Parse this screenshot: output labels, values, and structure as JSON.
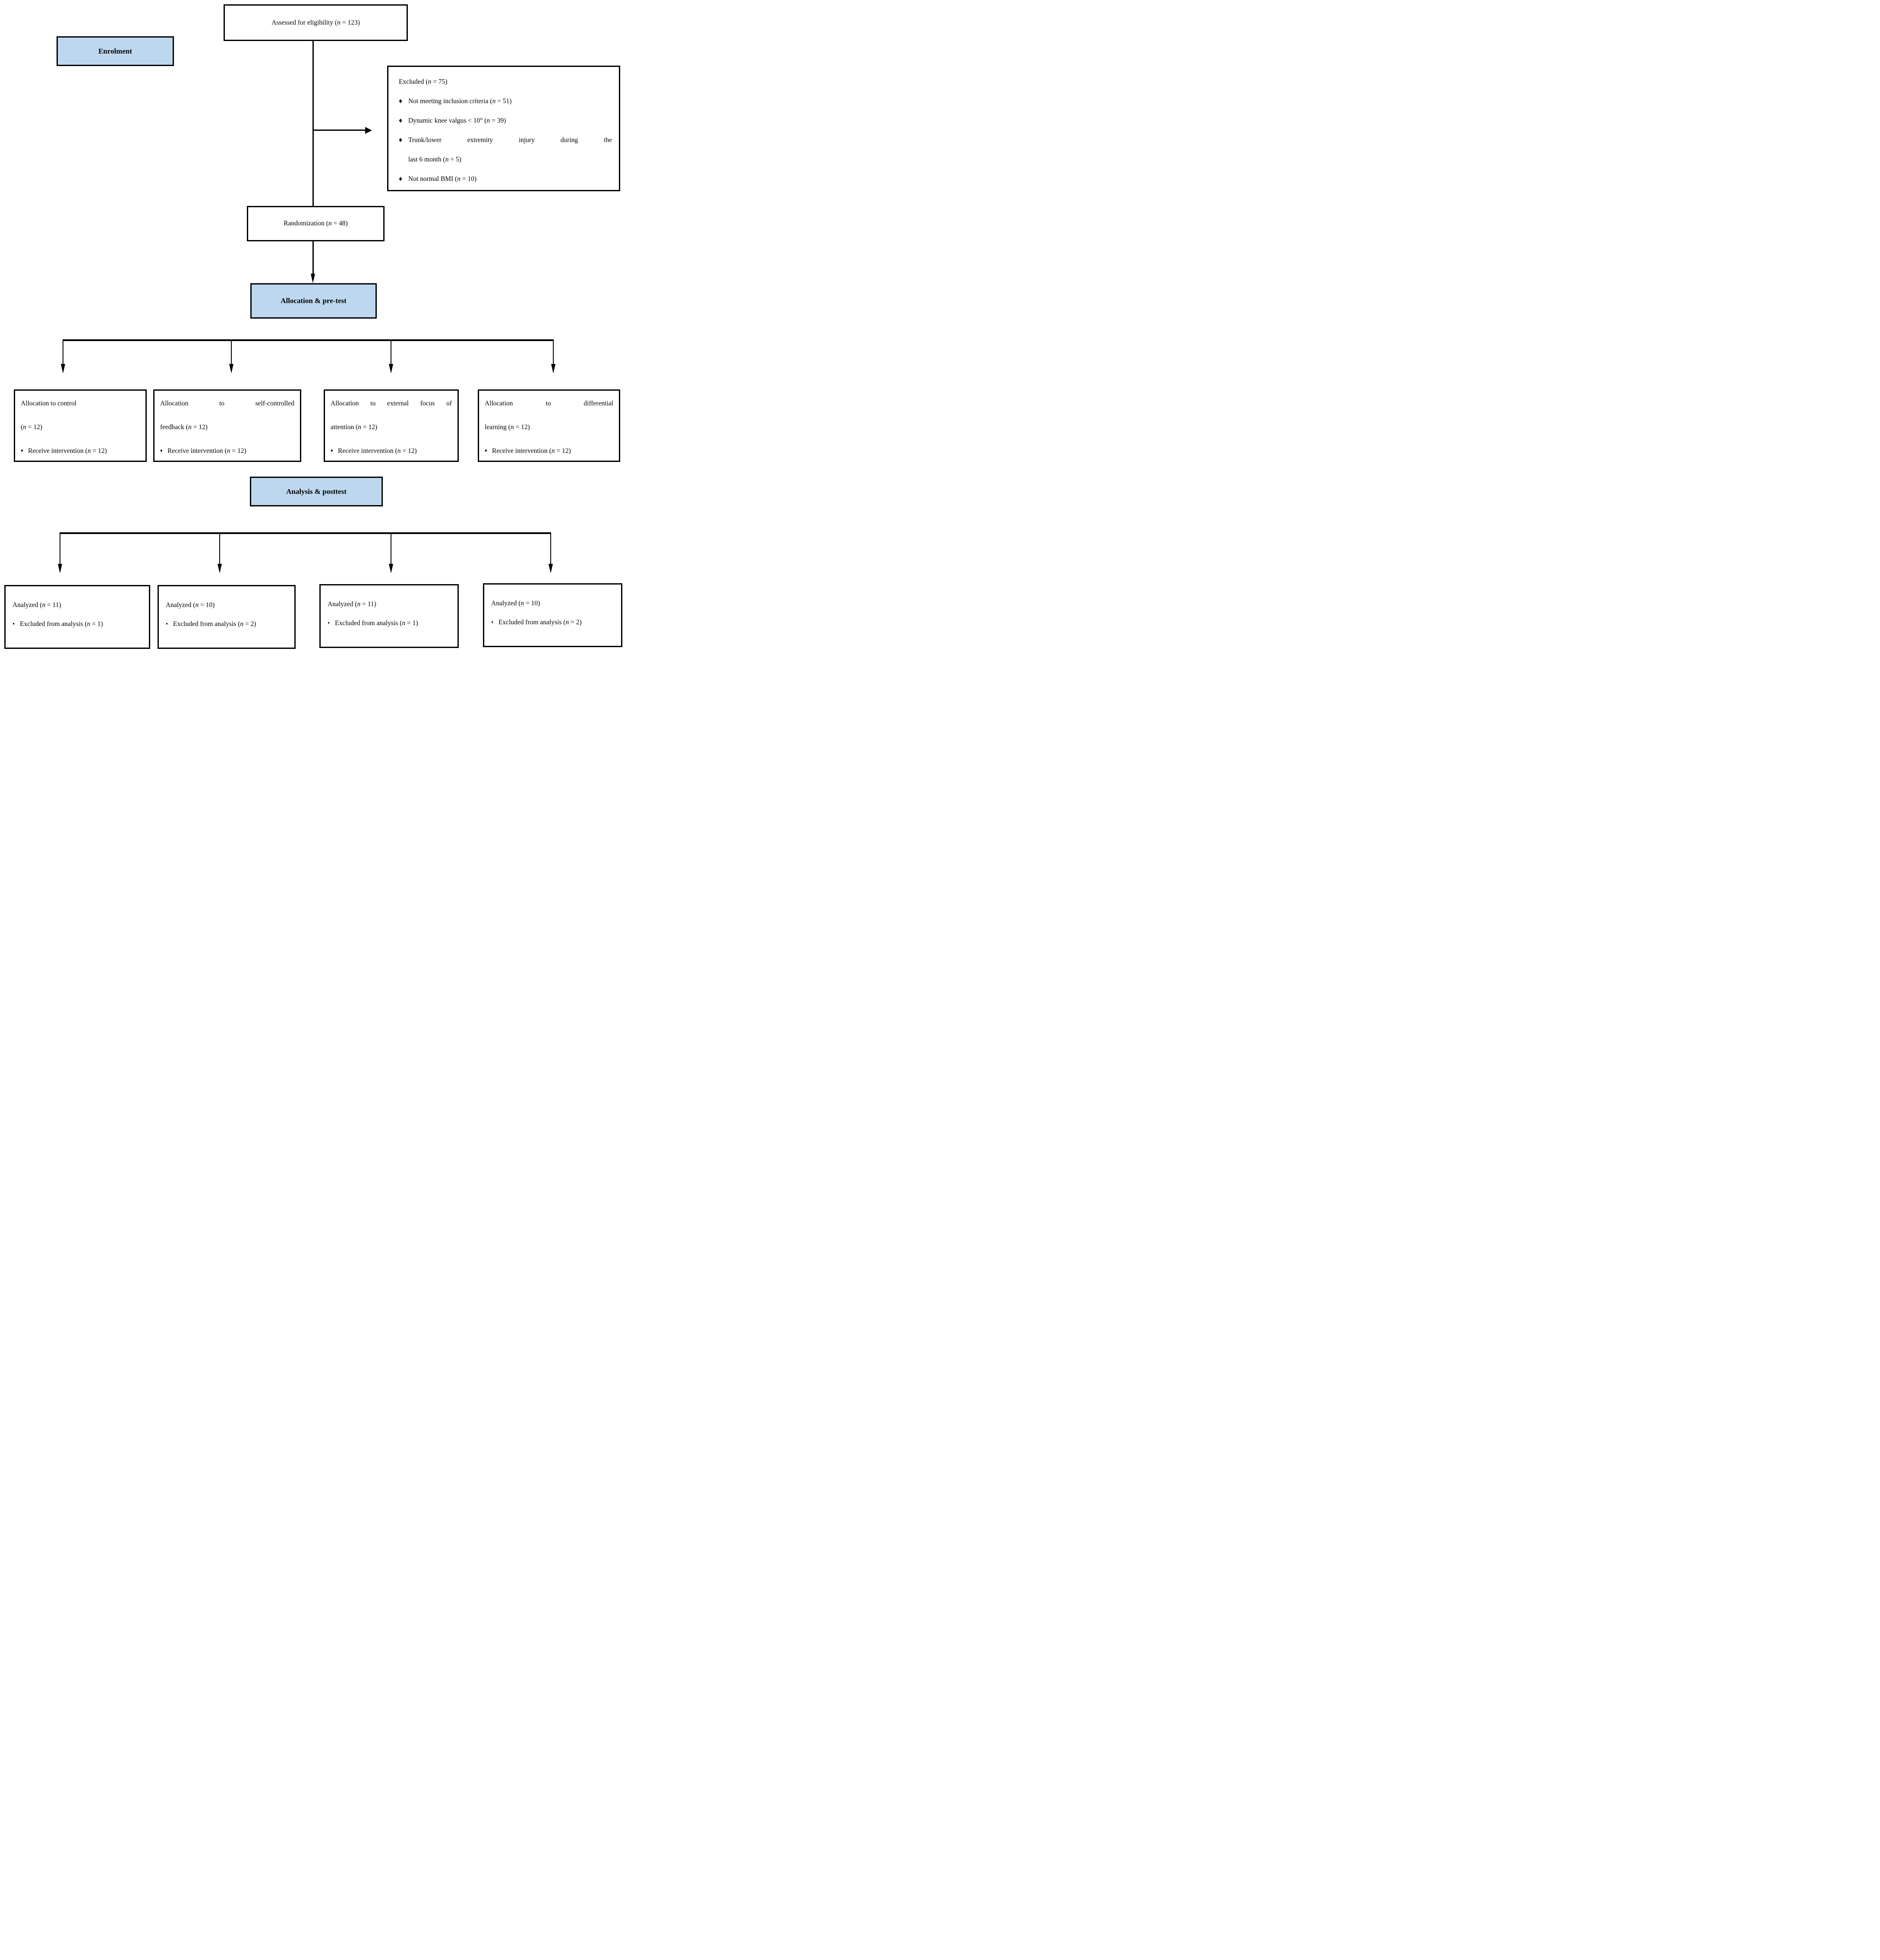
{
  "colors": {
    "header_fill": "#BDD7EE",
    "box_border": "#000000",
    "line": "#000000",
    "background": "#FFFFFF"
  },
  "flow": {
    "assessed": "Assessed for eligibility (n = 123)",
    "enrolment_label": "Enrolment",
    "excluded": {
      "title": "Excluded (n = 75)",
      "items": [
        {
          "bullet": "♦",
          "text": "Not meeting inclusion criteria (n = 51)"
        },
        {
          "bullet": "♦",
          "text": "Dynamic knee valgus < 10° (n = 39)"
        },
        {
          "bullet": "♦",
          "text": "Trunk/lower extremity injury during the",
          "text2": "last 6 month (n = 5)"
        },
        {
          "bullet": "♦",
          "text": "Not normal BMI (n = 10)"
        }
      ]
    },
    "randomization": "Randomization (n = 48)",
    "allocation_label": "Allocation & pre-test",
    "allocation": [
      {
        "line1": "Allocation to control",
        "line2": "(n = 12)",
        "bullet": "♦",
        "line3": "Receive intervention (n = 12)"
      },
      {
        "line1": "Allocation to self-controlled",
        "line2": "feedback (n = 12)",
        "bullet": "♦",
        "line3": "Receive intervention (n = 12)"
      },
      {
        "line1": "Allocation to external focus of",
        "line2": "attention (n = 12)",
        "bullet": "♦",
        "line3": "Receive intervention (n = 12)"
      },
      {
        "line1": "Allocation to differential",
        "line2": "learning (n = 12)",
        "bullet": "♦",
        "line3": "Receive intervention (n = 12)"
      }
    ],
    "analysis_label": "Analysis & posttest",
    "analysis": [
      {
        "line1": "Analyzed (n = 11)",
        "bullet": "•",
        "line2": "Excluded from analysis (n = 1)"
      },
      {
        "line1": "Analyzed (n = 10)",
        "bullet": "•",
        "line2": "Excluded from analysis (n = 2)"
      },
      {
        "line1": "Analyzed (n = 11)",
        "bullet": "•",
        "line2": "Excluded from analysis (n = 1)"
      },
      {
        "line1": "Analyzed (n = 10)",
        "bullet": "•",
        "line2": "Excluded from analysis (n = 2)"
      }
    ]
  }
}
